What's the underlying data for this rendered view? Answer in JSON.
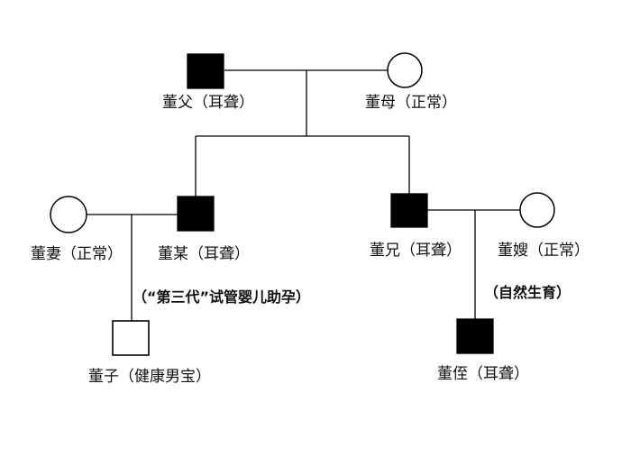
{
  "pedigree": {
    "father": {
      "label": "董父（耳聋）",
      "sex": "male",
      "status": "affected"
    },
    "mother": {
      "label": "董母（正常）",
      "sex": "female",
      "status": "normal"
    },
    "wife": {
      "label": "董妻（正常）",
      "sex": "female",
      "status": "normal"
    },
    "self": {
      "label": "董某（耳聋）",
      "sex": "male",
      "status": "affected"
    },
    "brother": {
      "label": "董兄（耳聋）",
      "sex": "male",
      "status": "affected"
    },
    "sister_in_law": {
      "label": "董嫂（正常）",
      "sex": "female",
      "status": "normal"
    },
    "son": {
      "label": "董子（健康男宝）",
      "sex": "male",
      "status": "normal"
    },
    "nephew": {
      "label": "董侄（耳聋）",
      "sex": "male",
      "status": "affected"
    },
    "notes": {
      "ivf": "（“第三代”试管婴儿助孕）",
      "natural": "（自然生育）"
    }
  },
  "colors": {
    "affected_fill": "#000000",
    "normal_fill": "#ffffff",
    "line": "#000000"
  }
}
